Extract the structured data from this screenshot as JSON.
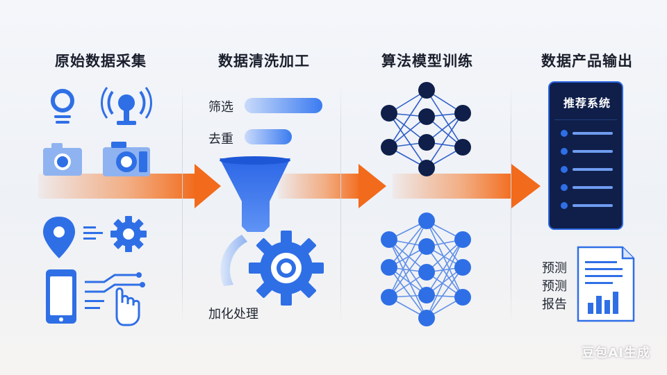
{
  "stages": [
    {
      "title": "原始数据采集"
    },
    {
      "title": "数据清洗加工"
    },
    {
      "title": "算法模型训练"
    },
    {
      "title": "数据产品输出"
    }
  ],
  "cleaning": {
    "filter_label": "筛选",
    "dedupe_label": "去重",
    "process_label": "加化处理"
  },
  "output": {
    "phone_title": "推荐系统",
    "report_lines": [
      "预测",
      "预测",
      "报告"
    ]
  },
  "watermark": "豆包AI生成",
  "colors": {
    "primary_blue": "#2f6fe6",
    "light_blue": "#8fb3f0",
    "navy": "#0f1f4a",
    "arrow_orange": "#f26a1b"
  }
}
